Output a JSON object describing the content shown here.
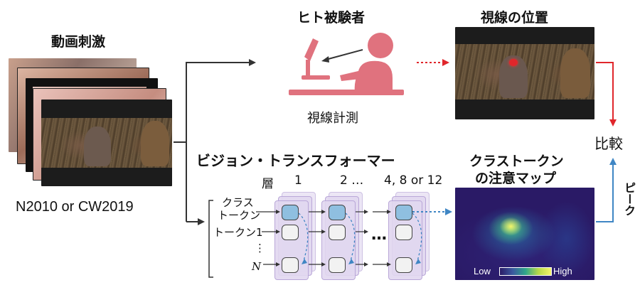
{
  "stimulus": {
    "title": "動画刺激",
    "dataset": "N2010 or CW2019"
  },
  "human": {
    "title": "ヒト被験者",
    "measure": "視線計測"
  },
  "gaze": {
    "title": "視線の位置"
  },
  "vit": {
    "title": "ビジョン・トランスフォーマー",
    "layer_label": "層",
    "layers": [
      "1",
      "2 …",
      "4, 8 or 12"
    ],
    "token_labels": [
      "クラス",
      "トークン",
      "トークン1",
      "⋮",
      "N"
    ],
    "ellipsis": "…"
  },
  "attention": {
    "title_line1": "クラストークン",
    "title_line2": "の注意マップ",
    "legend_low": "Low",
    "legend_high": "High"
  },
  "compare": {
    "label": "比較",
    "peak": "ピーク"
  },
  "colors": {
    "red": "#e0262b",
    "blue": "#3f86c4",
    "pink": "#e0727e",
    "arrow": "#333333",
    "lavender": "#e1d7f0"
  }
}
